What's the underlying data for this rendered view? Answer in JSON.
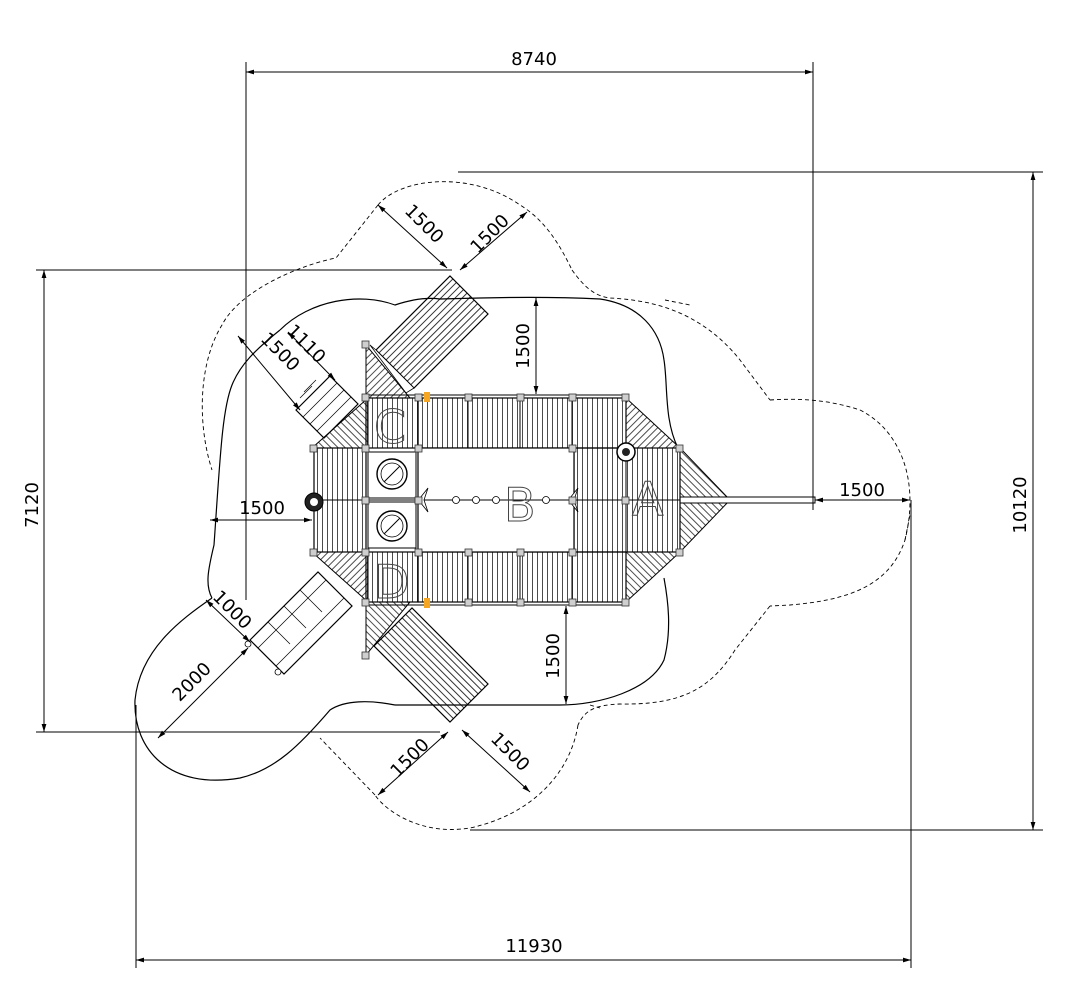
{
  "dimensions": {
    "overall_width_top": "8740",
    "overall_width_bottom": "11930",
    "overall_height_right": "10120",
    "overall_height_left": "7120",
    "top_slide_left_clearance": "1500",
    "top_slide_right_clearance": "1500",
    "top_deck_clearance": "1500",
    "ladder_clearance_a": "1110",
    "ladder_clearance_b": "1500",
    "left_side_clearance": "1500",
    "right_bar_clearance": "1500",
    "lower_left_clearance_a": "1000",
    "lower_left_clearance_b": "2000",
    "bottom_deck_clearance": "1500",
    "bottom_slide_left_clearance": "1500",
    "bottom_slide_right_clearance": "1500"
  },
  "deck_labels": {
    "a": "A",
    "b": "B",
    "c": "C",
    "d": "D"
  },
  "colors": {
    "line": "#000000",
    "accent_marker": "#f5a623",
    "post_fill": "#cfcfcf"
  }
}
